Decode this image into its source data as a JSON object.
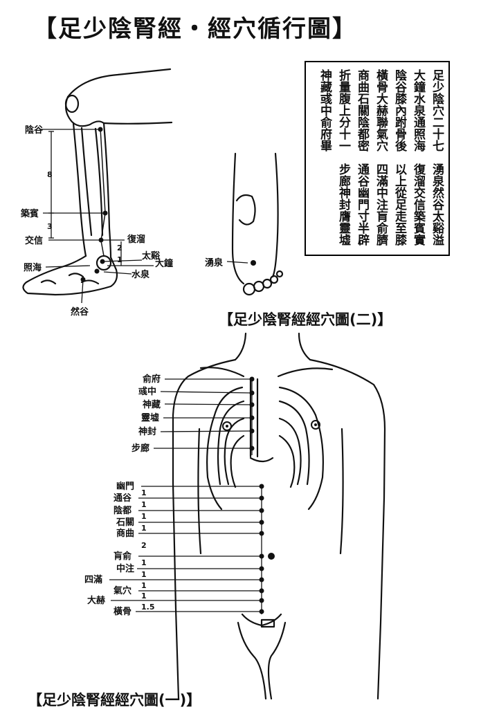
{
  "title": "【足少陰腎經・經穴循行圖】",
  "caption_fig2": "【足少陰腎經經穴圖(二)】",
  "caption_fig1": "【足少陰腎經經穴圖(一)】",
  "verse_columns": [
    "足少陰穴二十七　湧泉然谷太谿溢",
    "大鐘水泉通照海　復溜交信築賓實",
    "陰谷膝內跗骨後　以上從足走至膝",
    "橫骨大赫聯氣穴　四滿中注肓俞臍",
    "商曲石關陰都密　通谷幽門寸半辟",
    "折量腹上分十一　步廊神封膺靈墟",
    "神藏彧中俞府畢"
  ],
  "leg_labels": {
    "yingu": "陰谷",
    "zhubin": "築賓",
    "jiaoxin": "交信",
    "zhaohai": "照海",
    "rangu": "然谷",
    "fuliu": "復溜",
    "taixi": "太谿",
    "dazhong": "大鐘",
    "shuiquan": "水泉"
  },
  "leg_numbers": {
    "n8": "8",
    "n3": "3",
    "n2": "2",
    "n1": "1"
  },
  "foot_label": "湧泉",
  "chest_labels": [
    "俞府",
    "彧中",
    "神藏",
    "靈墟",
    "神封",
    "步廊"
  ],
  "abdomen_labels": [
    "幽門",
    "通谷",
    "陰都",
    "石關",
    "商曲",
    "肓俞",
    "中注",
    "四滿",
    "氣穴",
    "大赫",
    "橫骨"
  ],
  "abdomen_numbers": [
    "1",
    "1",
    "1",
    "1",
    "2",
    "1",
    "1",
    "1",
    "1",
    "1.5"
  ]
}
